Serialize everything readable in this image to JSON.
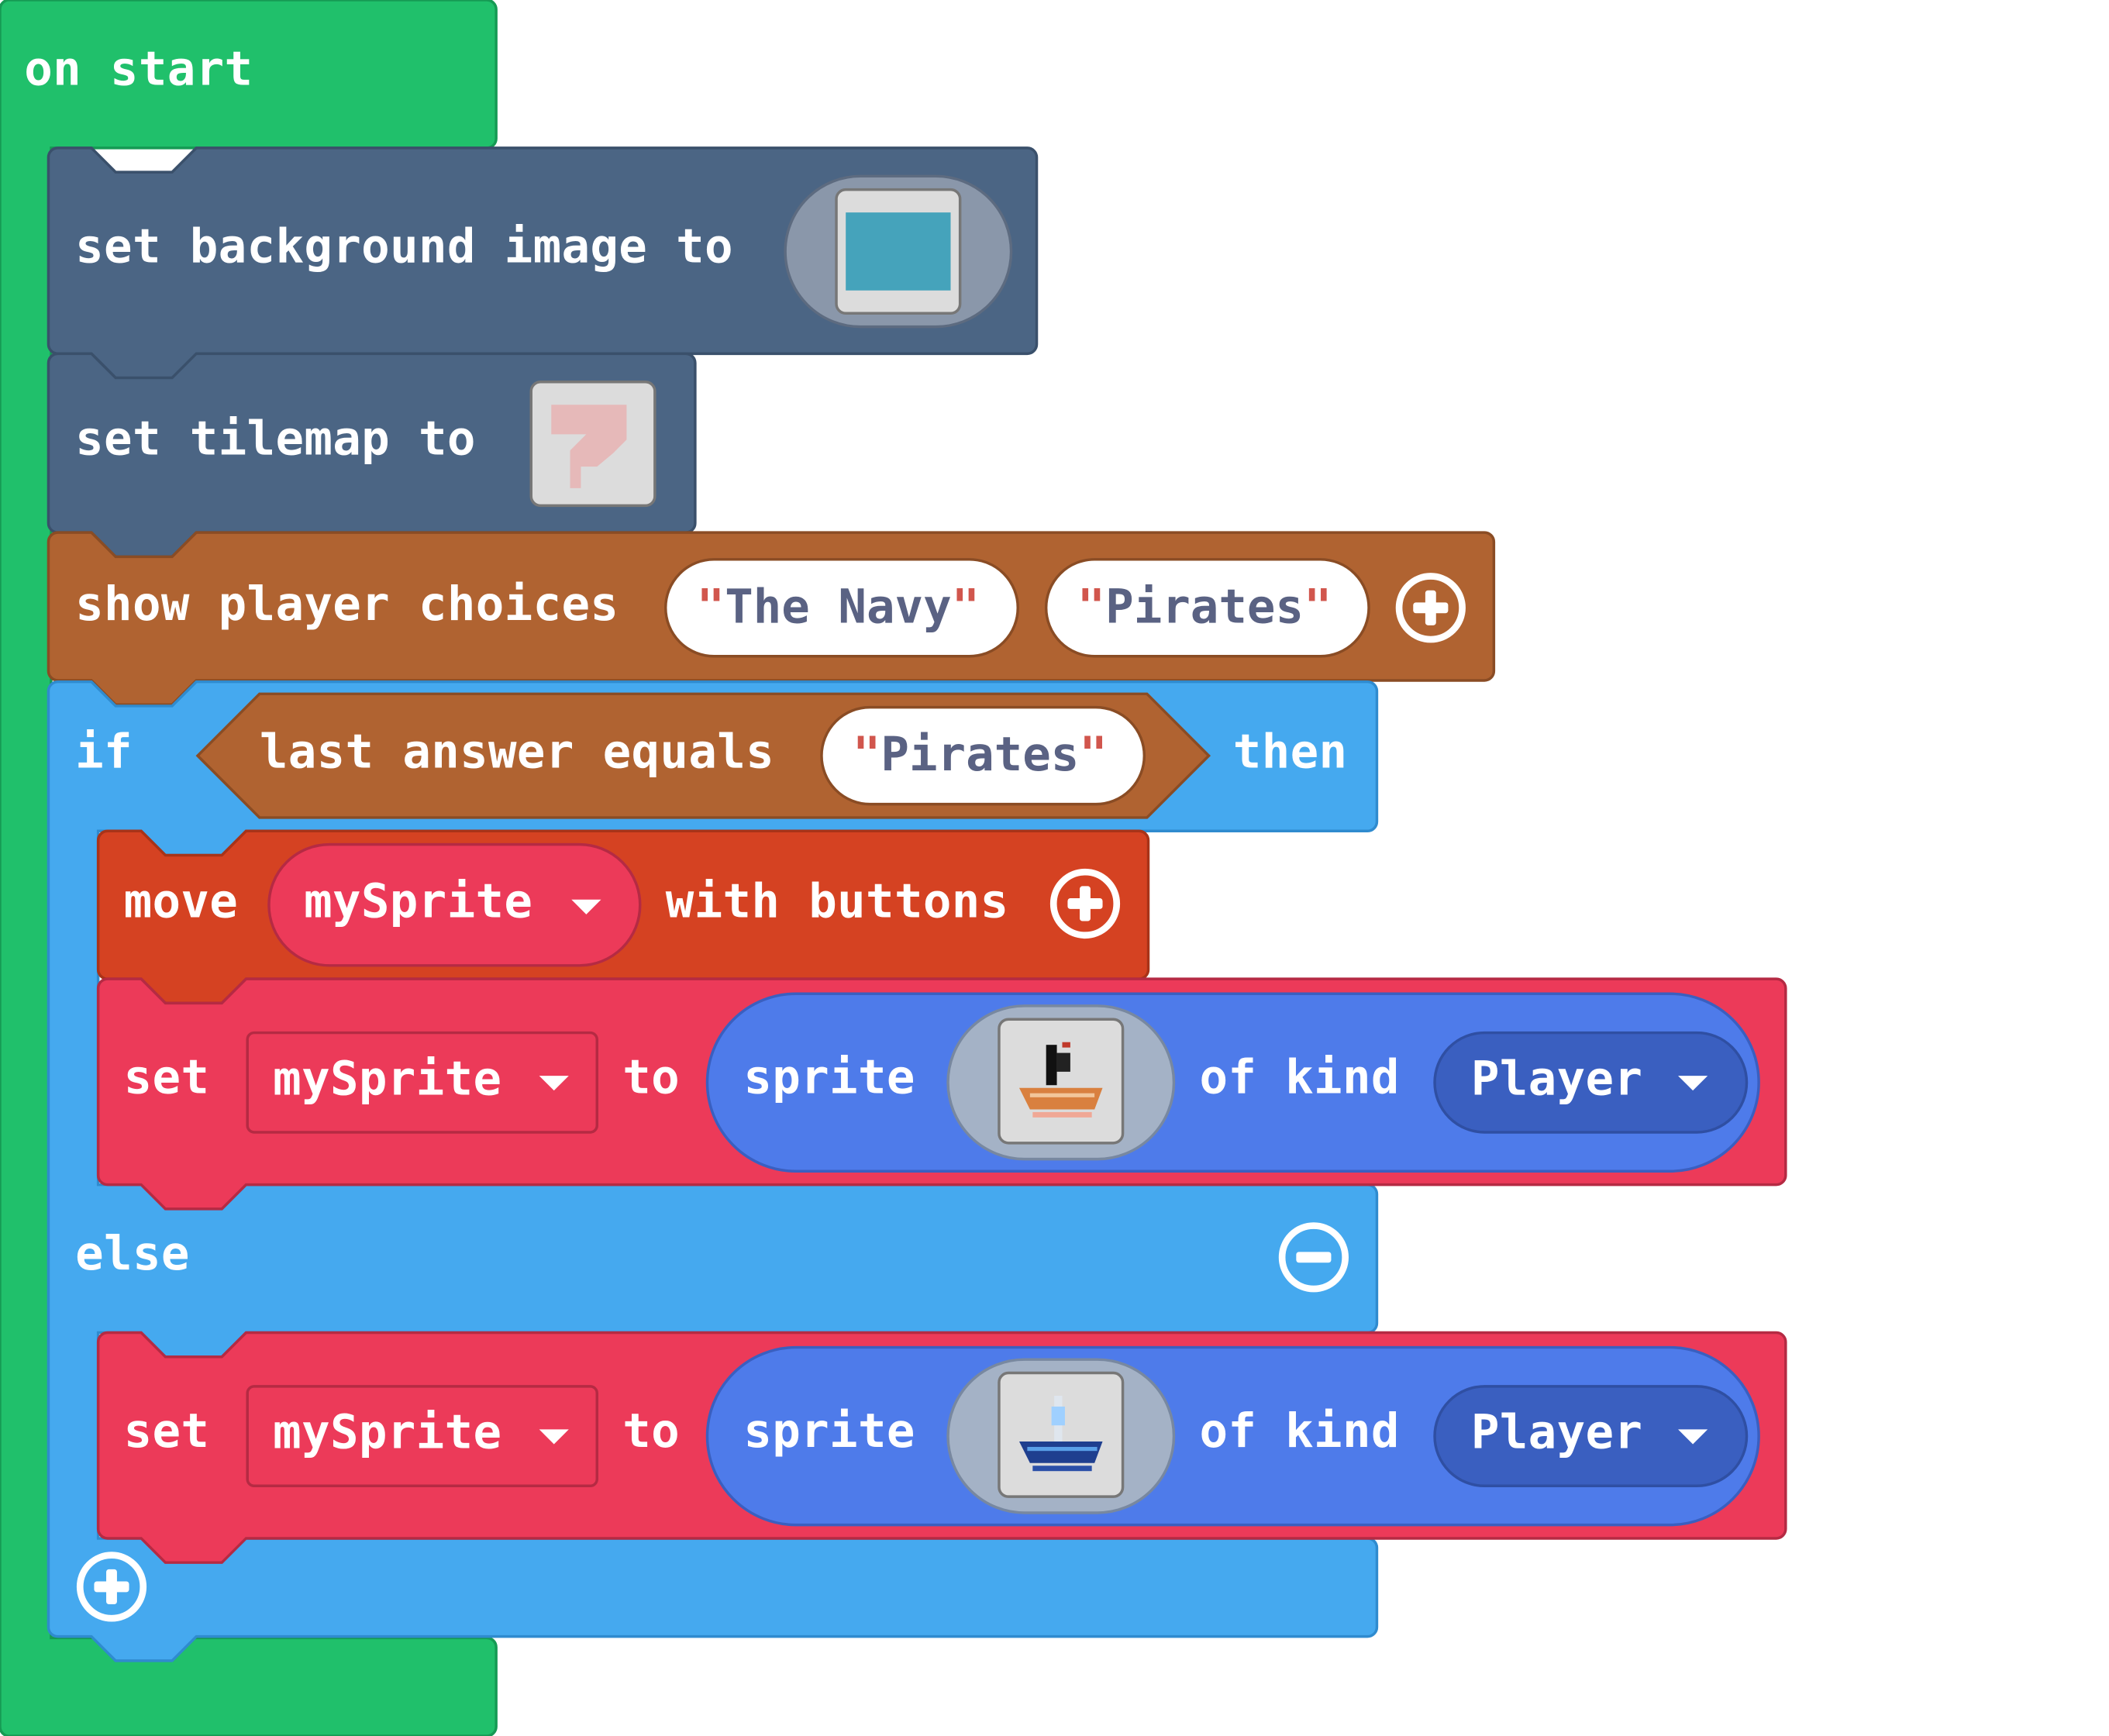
{
  "hat": {
    "label": "on start"
  },
  "bg_block": {
    "label": "set background image to",
    "image_icon": "background-image-icon"
  },
  "tilemap_block": {
    "label": "set tilemap to",
    "image_icon": "tilemap-icon"
  },
  "choices_block": {
    "label": "show player choices",
    "choice1": "The Navy",
    "choice2": "Pirates",
    "quote": "\""
  },
  "if_block": {
    "if_label": "if",
    "condition_label": "last answer equals",
    "condition_value": "Pirates",
    "then_label": "then",
    "else_label": "else"
  },
  "move_block": {
    "move_label": "move",
    "sprite_var": "mySprite",
    "with_label": "with buttons"
  },
  "set_block_1": {
    "set_label": "set",
    "variable": "mySprite",
    "to_label": "to",
    "sprite_label": "sprite",
    "kind_label": "of kind",
    "kind": "Player",
    "sprite_image": "pirate-ship-icon"
  },
  "set_block_2": {
    "set_label": "set",
    "variable": "mySprite",
    "to_label": "to",
    "sprite_label": "sprite",
    "kind_label": "of kind",
    "kind": "Player",
    "sprite_image": "navy-ship-icon"
  },
  "colors": {
    "hat": "#20c06b",
    "scene": "#4b6584",
    "game": "#b06331",
    "logic": "#45a9ef",
    "controller": "#d54222",
    "variables": "#ec3a59",
    "sprites": "#4e7bea"
  }
}
